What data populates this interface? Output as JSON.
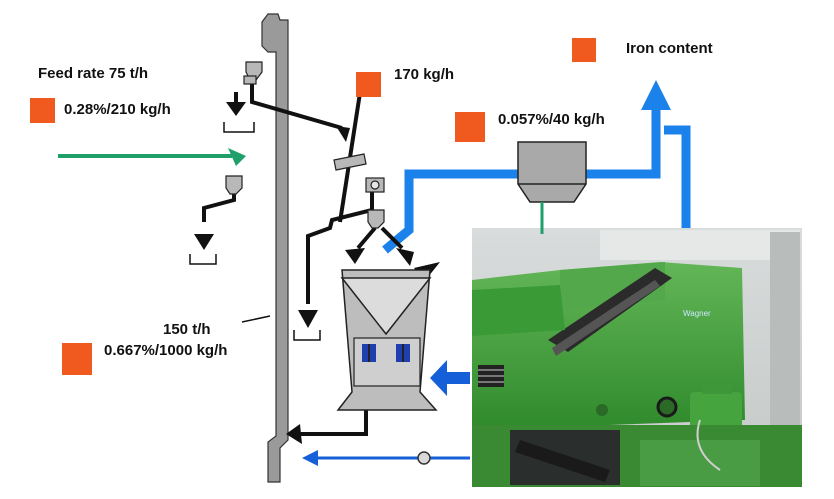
{
  "labels": {
    "feed_rate": "Feed rate 75 t/h",
    "feed_quality": "0.28%/210  kg/h",
    "flow_170": "170 kg/h",
    "blue_flow": "0.057%/40  kg/h",
    "iron_content": "Iron content",
    "flow_150": "150 t/h",
    "flow_150_quality": "0.667%/1000  kg/h"
  },
  "colors": {
    "marker": "#f05a1e",
    "feed_line": "#1fa06a",
    "blue_flow": "#1a82ea",
    "arrow_blue": "#1560d8",
    "black_flow": "#111111",
    "wall": "#9a9a9a",
    "vessel": "#bdbdbd",
    "hopper": "#a9a9a9",
    "machine_green": "#3fa23a"
  },
  "machine_photo": {
    "brand": "Wagner"
  }
}
